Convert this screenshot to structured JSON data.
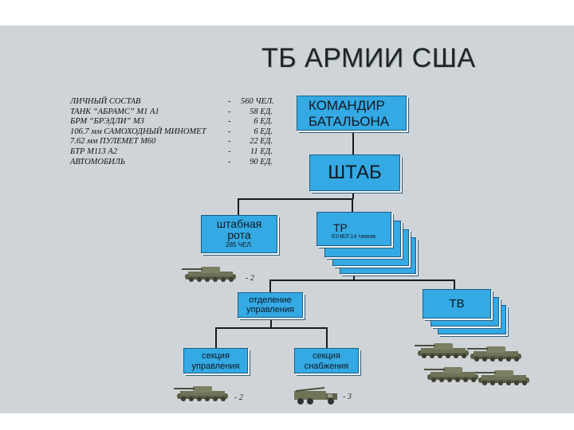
{
  "title": "ТБ АРМИИ США",
  "stats": [
    {
      "label": "ЛИЧНЫЙ СОСТАВ",
      "dash": "-",
      "value": "560 ЧЕЛ."
    },
    {
      "label": "ТАНК “АБРАМС” М1 А1",
      "dash": "-",
      "value": "58 ЕД."
    },
    {
      "label": "БРМ “БРЭДЛИ” М3",
      "dash": "-",
      "value": "6 ЕД."
    },
    {
      "label": "106.7 мм САМОХОДНЫЙ МИНОМЕТ",
      "dash": "-",
      "value": "6 ЕД."
    },
    {
      "label": "7.62 мм ПУЛЕМЕТ М60",
      "dash": "-",
      "value": "22 ЕД."
    },
    {
      "label": "БТР М113 А2",
      "dash": "-",
      "value": "11 ЕД."
    },
    {
      "label": "АВТОМОБИЛЬ",
      "dash": "-",
      "value": "90 ЕД."
    }
  ],
  "nodes": {
    "commander": {
      "line1": "КОМАНДИР",
      "line2": "БАТАЛЬОНА"
    },
    "staff": {
      "text": "ШТАБ"
    },
    "hq_company": {
      "line1": "штабная",
      "line2": "рота",
      "note": "285 ЧЕЛ."
    },
    "tr": {
      "text": "ТР",
      "note": "61ЧЕЛ.14 танков"
    },
    "control_dept": {
      "line1": "отделение",
      "line2": "управления"
    },
    "tv": {
      "text": "ТВ"
    },
    "control_section": {
      "line1": "секция",
      "line2": "управления"
    },
    "supply_section": {
      "line1": "секция",
      "line2": "снабжения"
    }
  },
  "multipliers": {
    "hq_company_tanks": "- 2",
    "control_section_tanks": "- 2",
    "supply_section_trucks": "- 3"
  },
  "colors": {
    "box_fill": "#34a9e3",
    "box_border": "#1b5f86",
    "background": "#cfd4d8",
    "tank": "#6e7358"
  },
  "icons": [
    "tank-icon",
    "truck-icon"
  ]
}
